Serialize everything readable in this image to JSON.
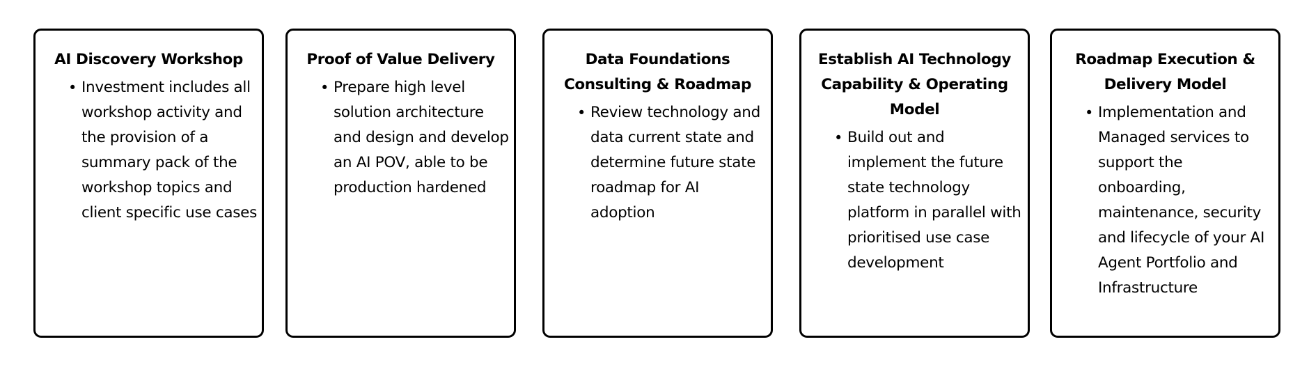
{
  "cards": [
    {
      "title": "AI Discovery Workshop",
      "bullet": "Investment includes all workshop activity and the provision of a summary pack of the workshop topics and client specific use cases"
    },
    {
      "title": "Proof of Value Delivery",
      "bullet": "Prepare high level solution architecture and design and develop an AI POV, able to be production hardened"
    },
    {
      "title": "Data Foundations Consulting & Roadmap",
      "bullet": "Review technology and data current state and determine future state roadmap for AI adoption"
    },
    {
      "title": "Establish AI Technology Capability & Operating Model",
      "bullet": "Build out and implement the future state technology platform in parallel with prioritised use case development"
    },
    {
      "title": "Roadmap Execution & Delivery Model",
      "bullet": "Implementation and Managed services to support the onboarding, maintenance, security and lifecycle of your AI Agent Portfolio and Infrastructure"
    }
  ]
}
